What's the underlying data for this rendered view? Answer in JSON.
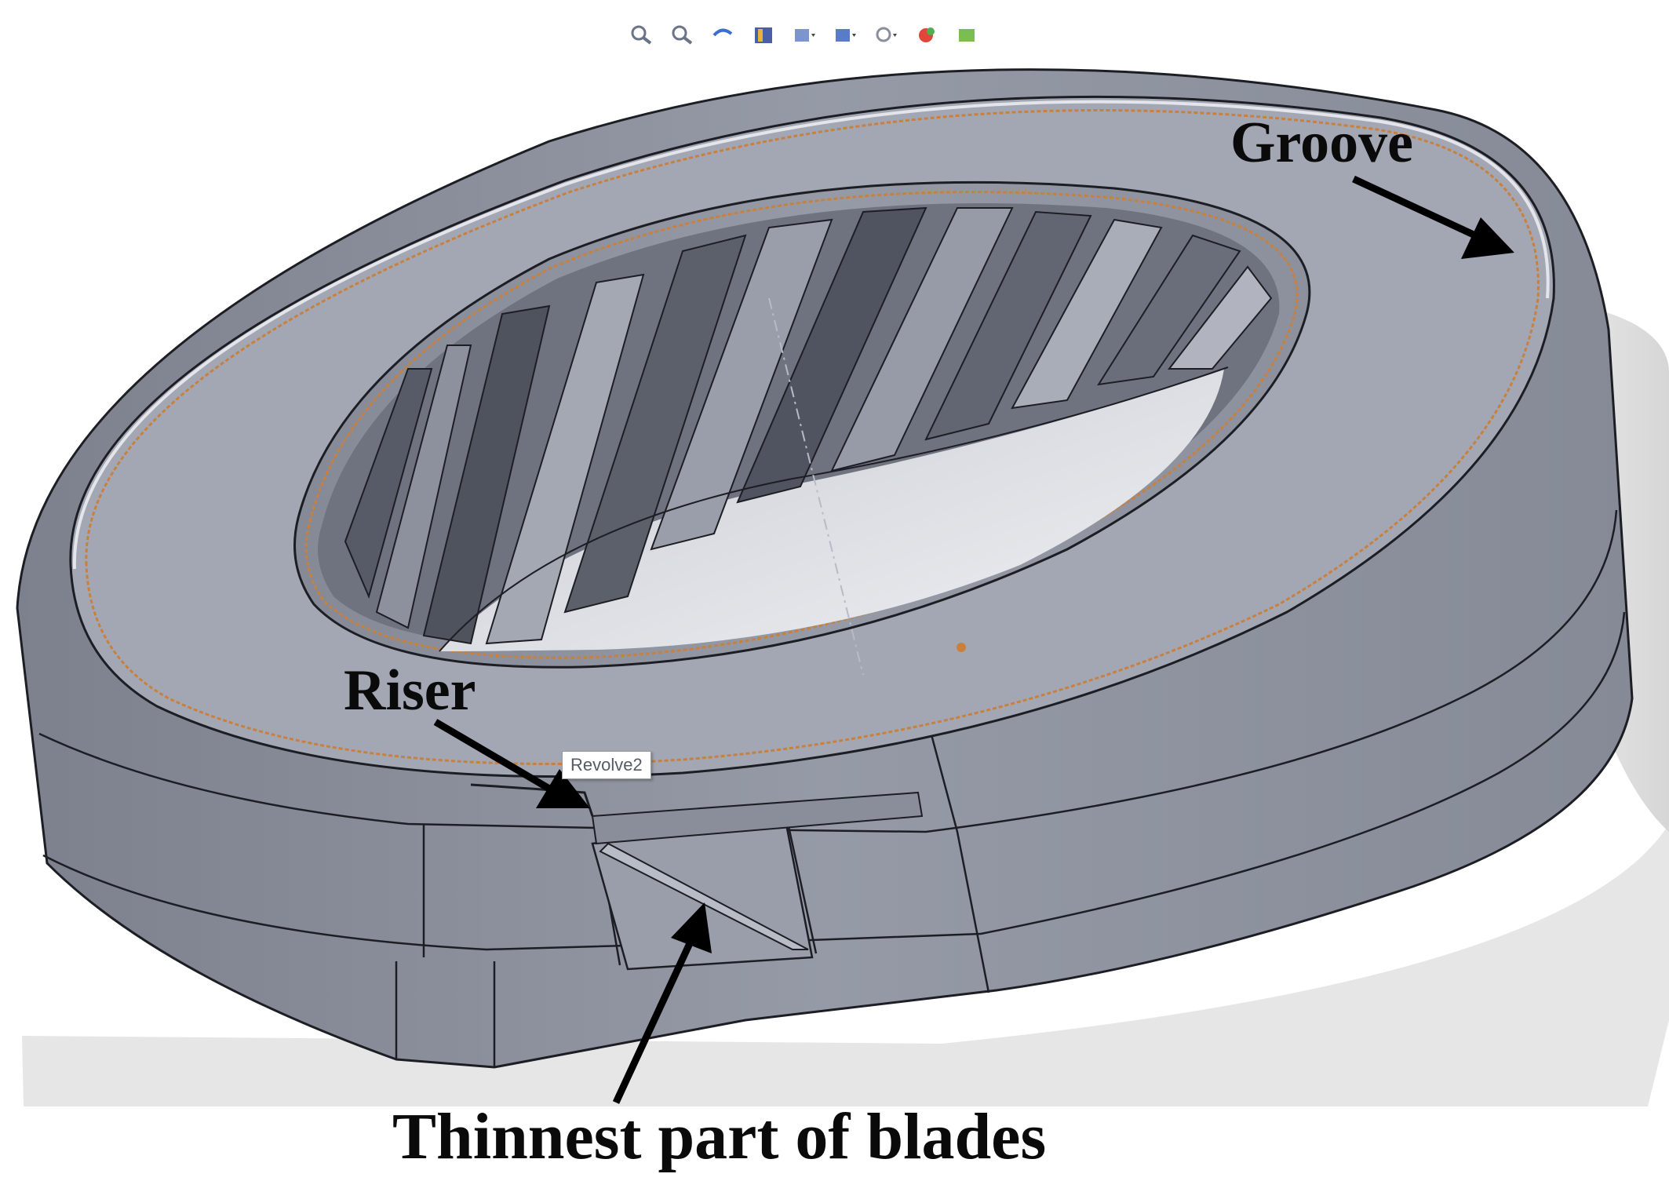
{
  "labels": {
    "groove": "Groove",
    "riser": "Riser",
    "thinnest": "Thinnest part of blades"
  },
  "tooltip": {
    "text": "Revolve2"
  },
  "toolbar": {
    "icons": [
      "zoom-to-fit-icon",
      "zoom-area-icon",
      "previous-view-icon",
      "section-view-icon",
      "view-orientation-icon",
      "display-style-icon",
      "hide-show-items-icon",
      "edit-appearance-icon",
      "apply-scene-icon"
    ]
  },
  "colors": {
    "body": "#8f939f",
    "top_face": "#a3a7b4",
    "edge": "#1c1e24",
    "highlight_edge": "#c8803c",
    "background": "#ffffff"
  }
}
